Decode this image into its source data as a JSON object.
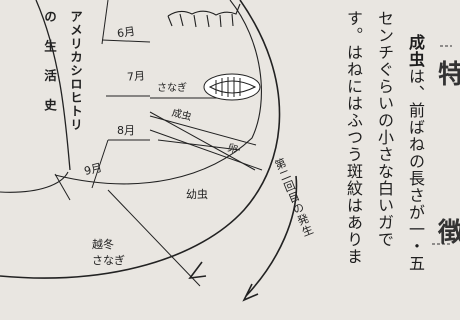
{
  "diagram": {
    "side_title": [
      "アメリカシロヒトリ",
      "の 生 活 史"
    ],
    "months": [
      "6月",
      "7月",
      "8月",
      "9月"
    ],
    "labels": {
      "pupa": "さなぎ",
      "adult": "成虫",
      "egg": "卵",
      "larva": "幼虫",
      "overwinter_line1": "越冬",
      "overwinter_line2": "さなぎ",
      "second_gen": "第二回目の発生"
    }
  },
  "text_column": {
    "lead": "成虫",
    "col1_rest": "は、前ばねの長さが一・五",
    "col2": "センチぐらいの小さな白いガで",
    "col3": "す。はねにはふつう斑紋はありま"
  },
  "heading_fragments": [
    "特",
    "徴"
  ]
}
